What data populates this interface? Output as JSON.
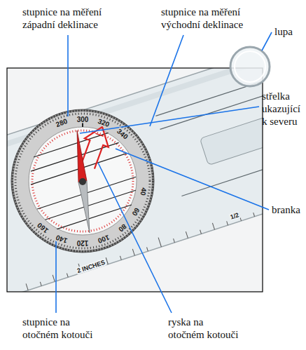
{
  "diagram": {
    "labels": [
      "stupnice na měření západní deklinace",
      "stupnice na měření východní deklinace",
      "lupa",
      "střelka ukazující k severu",
      "branka",
      "stupnice na otočném kotouči",
      "ryska na otočném kotouči",
      "280",
      "300",
      "320",
      "340",
      "40",
      "60",
      "80",
      "100",
      "120",
      "140",
      "160",
      "2 INCHES",
      "1/2"
    ]
  }
}
